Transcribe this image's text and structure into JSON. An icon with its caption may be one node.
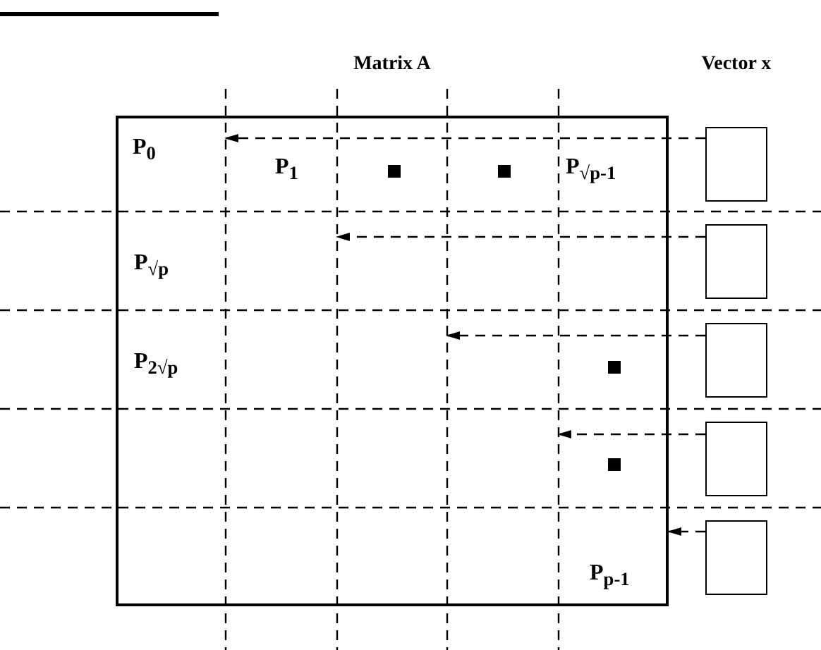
{
  "diagram": {
    "nodes": [
      {
        "text": [
          "Matrix A"
        ]
      },
      {
        "text": [
          "P$_{0}$"
        ],
        "in": 0
      },
      {
        "text": [
          "P$_{p-1}$"
        ],
        "in": 0
      },
      {
        "text": [],
        "shape": "box"
      },
      {
        "text": [],
        "shape": "box"
      },
      {
        "text": [],
        "shape": "box"
      },
      {
        "text": [],
        "shape": "box"
      },
      {
        "text": [],
        "shape": "box"
      }
    ],
    "edges": [
      {
        "from": 3,
        "to": 1,
        "arrow": "to",
        "style": "dashed"
      },
      {
        "from": 4,
        "to": null,
        "arrow": "to",
        "style": "dashed"
      },
      {
        "from": 5,
        "to": null,
        "arrow": "to",
        "style": "dashed"
      },
      {
        "from": 6,
        "to": null,
        "arrow": "to",
        "style": "dashed"
      },
      {
        "from": 7,
        "to": 2,
        "arrow": "to",
        "style": "dashed"
      }
    ],
    "labels": [
      "Vector x",
      "P$_{1}$",
      "P$_{√p-1}$",
      "P$_{√p}$",
      "P$_{2√p}$"
    ]
  }
}
